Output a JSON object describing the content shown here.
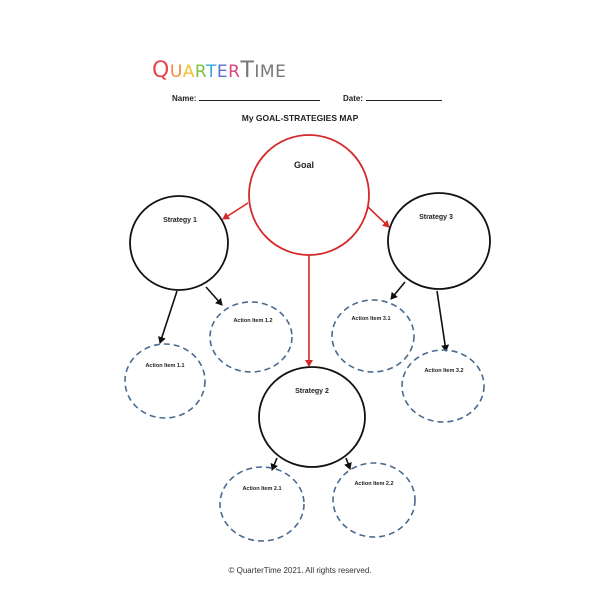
{
  "header": {
    "logo": {
      "letters": [
        {
          "char": "Q",
          "color": "#e5484d",
          "size": "big"
        },
        {
          "char": "U",
          "color": "#f08a3c",
          "size": "sm"
        },
        {
          "char": "A",
          "color": "#f2c230",
          "size": "sm"
        },
        {
          "char": "R",
          "color": "#7cc242",
          "size": "sm"
        },
        {
          "char": "T",
          "color": "#3aa6dd",
          "size": "sm"
        },
        {
          "char": "E",
          "color": "#5b6fd6",
          "size": "sm"
        },
        {
          "char": "R",
          "color": "#d9467a",
          "size": "sm"
        },
        {
          "char": "T",
          "color": "#777777",
          "size": "big"
        },
        {
          "char": "I",
          "color": "#777777",
          "size": "sm"
        },
        {
          "char": "M",
          "color": "#777777",
          "size": "sm"
        },
        {
          "char": "E",
          "color": "#777777",
          "size": "sm"
        }
      ]
    },
    "name_label": "Name:",
    "date_label": "Date:"
  },
  "title": "My GOAL-STRATEGIES MAP",
  "colors": {
    "goal": "#d42a2a",
    "strategy": "#111111",
    "action": "#4a6a8f"
  },
  "diagram": {
    "goal": {
      "label": "Goal"
    },
    "strategies": [
      {
        "label": "Strategy 1"
      },
      {
        "label": "Strategy 2"
      },
      {
        "label": "Strategy 3"
      }
    ],
    "actions": [
      {
        "label": "Action Item 1.1"
      },
      {
        "label": "Action Item 1.2"
      },
      {
        "label": "Action Item 2.1"
      },
      {
        "label": "Action Item 2.2"
      },
      {
        "label": "Action Item 3.1"
      },
      {
        "label": "Action Item 3.2"
      }
    ]
  },
  "footer": "© QuarterTime 2021. All rights reserved."
}
